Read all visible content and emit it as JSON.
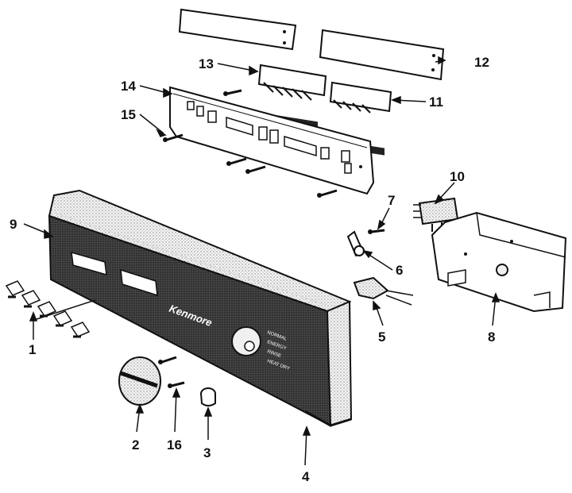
{
  "diagram": {
    "brand_text": "Kenmore",
    "control_texts": [
      "NORMAL",
      "ENERGY",
      "RINSE",
      "HEAT DRY"
    ]
  },
  "callouts": [
    {
      "id": "c1",
      "label": "1"
    },
    {
      "id": "c2",
      "label": "2"
    },
    {
      "id": "c3",
      "label": "3"
    },
    {
      "id": "c4",
      "label": "4"
    },
    {
      "id": "c5",
      "label": "5"
    },
    {
      "id": "c6",
      "label": "6"
    },
    {
      "id": "c7",
      "label": "7"
    },
    {
      "id": "c8",
      "label": "8"
    },
    {
      "id": "c9",
      "label": "9"
    },
    {
      "id": "c10",
      "label": "10"
    },
    {
      "id": "c11",
      "label": "11"
    },
    {
      "id": "c12",
      "label": "12"
    },
    {
      "id": "c13",
      "label": "13"
    },
    {
      "id": "c14",
      "label": "14"
    },
    {
      "id": "c15",
      "label": "15"
    },
    {
      "id": "c16",
      "label": "16"
    }
  ]
}
